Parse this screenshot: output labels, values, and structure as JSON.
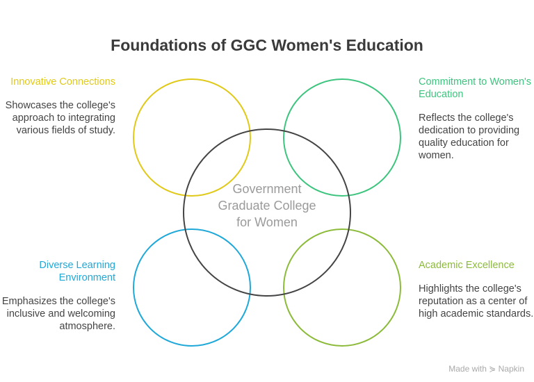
{
  "title": "Foundations of GGC Women's Education",
  "center": "Government Graduate College for Women",
  "items": [
    {
      "title": "Innovative Connections",
      "desc": "Showcases the college's approach to integrating various fields of study.",
      "color": "#E0C919"
    },
    {
      "title": "Commitment to Women's Education",
      "desc": "Reflects the college's dedication to providing quality education for women.",
      "color": "#3DC47E"
    },
    {
      "title": "Diverse Learning Environment",
      "desc": "Emphasizes the college's inclusive and welcoming atmosphere.",
      "color": "#1FA8D8"
    },
    {
      "title": "Academic Excellence",
      "desc": "Highlights the college's reputation as a center of high academic standards.",
      "color": "#8CBB3A"
    }
  ],
  "footer": "Made with ⋟ Napkin"
}
